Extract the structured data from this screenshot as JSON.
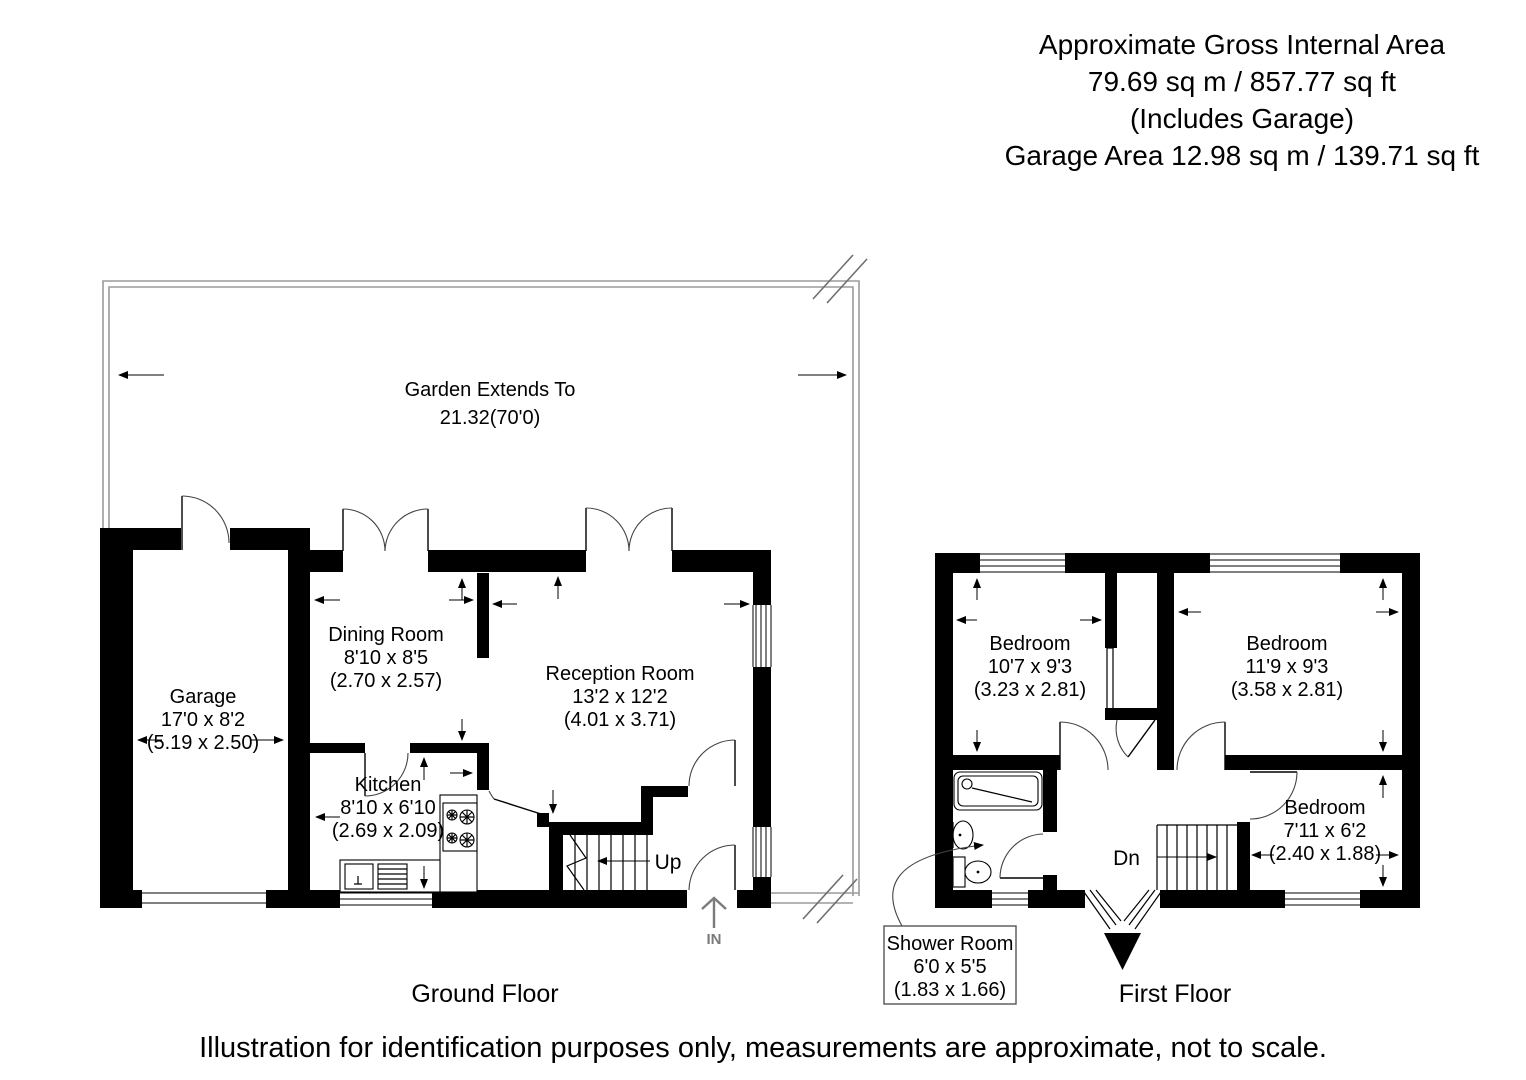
{
  "header": {
    "line1": "Approximate Gross Internal Area",
    "line2": "79.69 sq m / 857.77 sq ft",
    "line3": "(Includes Garage)",
    "line4": "Garage Area 12.98 sq m / 139.71 sq ft"
  },
  "garden": {
    "label_line1": "Garden Extends To",
    "label_line2": "21.32(70'0)"
  },
  "ground_floor": {
    "title": "Ground Floor",
    "stairs_label": "Up",
    "entrance_label": "IN",
    "rooms": {
      "garage": {
        "name": "Garage",
        "dims_imperial": "17'0 x 8'2",
        "dims_metric": "(5.19 x 2.50)"
      },
      "dining": {
        "name": "Dining Room",
        "dims_imperial": "8'10 x 8'5",
        "dims_metric": "(2.70 x 2.57)"
      },
      "reception": {
        "name": "Reception Room",
        "dims_imperial": "13'2 x 12'2",
        "dims_metric": "(4.01 x 3.71)"
      },
      "kitchen": {
        "name": "Kitchen",
        "dims_imperial": "8'10 x 6'10",
        "dims_metric": "(2.69 x 2.09)"
      }
    }
  },
  "first_floor": {
    "title": "First Floor",
    "stairs_label": "Dn",
    "rooms": {
      "bedroom1": {
        "name": "Bedroom",
        "dims_imperial": "10'7 x 9'3",
        "dims_metric": "(3.23 x 2.81)"
      },
      "bedroom2": {
        "name": "Bedroom",
        "dims_imperial": "11'9 x 9'3",
        "dims_metric": "(3.58 x 2.81)"
      },
      "bedroom3": {
        "name": "Bedroom",
        "dims_imperial": "7'11 x 6'2",
        "dims_metric": "(2.40 x 1.88)"
      },
      "shower_room": {
        "name": "Shower Room",
        "dims_imperial": "6'0 x 5'5",
        "dims_metric": "(1.83 x 1.66)"
      }
    }
  },
  "footer": {
    "disclaimer": "Illustration for identification purposes only, measurements are approximate, not to scale."
  },
  "colors": {
    "wall": "#000000",
    "fence": "#9b9b9b",
    "entry_arrow": "#7a7a7a",
    "background": "#ffffff"
  }
}
